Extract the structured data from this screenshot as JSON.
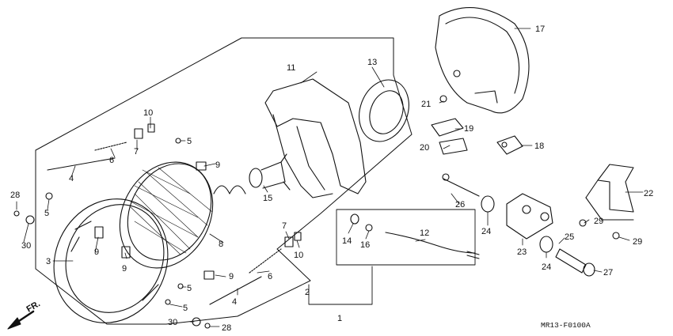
{
  "diagram": {
    "code": "MR13-F0100A",
    "direction_label": "FR.",
    "callouts": {
      "c1": "1",
      "c2": "2",
      "c3": "3",
      "c4a": "4",
      "c4b": "4",
      "c5a": "5",
      "c5b": "5",
      "c5c": "5",
      "c5d": "5",
      "c6a": "6",
      "c6b": "6",
      "c7a": "7",
      "c7b": "7",
      "c8": "8",
      "c9a": "9",
      "c9b": "9",
      "c9c": "9",
      "c9d": "9",
      "c10a": "10",
      "c10b": "10",
      "c11": "11",
      "c12": "12",
      "c13": "13",
      "c14": "14",
      "c15": "15",
      "c16": "16",
      "c17": "17",
      "c18": "18",
      "c19": "19",
      "c20": "20",
      "c21": "21",
      "c22": "22",
      "c23": "23",
      "c24a": "24",
      "c24b": "24",
      "c25": "25",
      "c26": "26",
      "c27": "27",
      "c28a": "28",
      "c28b": "28",
      "c29a": "29",
      "c29b": "29",
      "c30a": "30",
      "c30b": "30"
    }
  }
}
